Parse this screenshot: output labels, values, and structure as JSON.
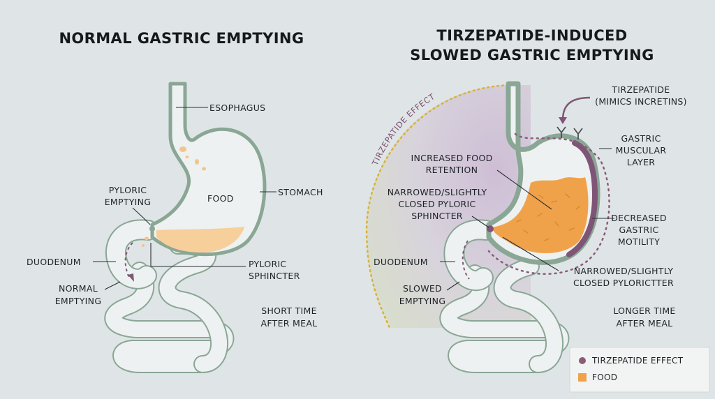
{
  "left_panel": {
    "title": "NORMAL GASTRIC EMPTYING",
    "labels": {
      "esophagus": "ESOPHAGUS",
      "food": "FOOD",
      "stomach": "STOMACH",
      "pyloric_emptying": [
        "PYLORIC",
        "EMPTYING"
      ],
      "duodenum": "DUODENUM",
      "pyloric_sphincter": [
        "PYLORIC",
        "SPHINCTER"
      ],
      "normal_emptying": [
        "NORMAL",
        "EMPTYING"
      ],
      "time": [
        "SHORT TIME",
        "AFTER MEAL"
      ]
    }
  },
  "right_panel": {
    "title": [
      "TIRZEPATIDE-INDUCED",
      "SLOWED GASTRIC EMPTYING"
    ],
    "arc_label": "TIRZEPATIDE EFFECT",
    "labels": {
      "tirzepatide": [
        "TIRZEPATIDE",
        "(MIMICS INCRETINS)"
      ],
      "gastric_muscular_layer": [
        "GASTRIC",
        "MUSCULAR",
        "LAYER"
      ],
      "increased_food_retention": [
        "INCREASED FOOD",
        "RETENTION"
      ],
      "narrowed_sphincter": [
        "NARROWED/SLIGHTLY",
        "CLOSED PYLORIC",
        "SPHINCTER"
      ],
      "decreased_motility": [
        "DECREASED",
        "GASTRIC",
        "MOTILITY"
      ],
      "duodenum": "DUODENUM",
      "narrowed_pylorictter": [
        "NARROWED/SLIGHTLY",
        "CLOSED PYLORICTTER"
      ],
      "slowed_emptying": [
        "SLOWED",
        "EMPTYING"
      ],
      "time": [
        "LONGER TIME",
        "AFTER MEAL"
      ]
    }
  },
  "legend": {
    "items": [
      {
        "label": "TIRZEPATIDE EFFECT",
        "color": "#8a5c78"
      },
      {
        "label": "FOOD",
        "color": "#f0a24a"
      }
    ]
  },
  "colors": {
    "organ_fill": "#eef1f1",
    "organ_stroke": "#8aa695",
    "food_normal": "#f6cf9a",
    "food_retained": "#f0a24a",
    "tirzepatide": "#8a5c78",
    "muscle": "#7f5577"
  }
}
